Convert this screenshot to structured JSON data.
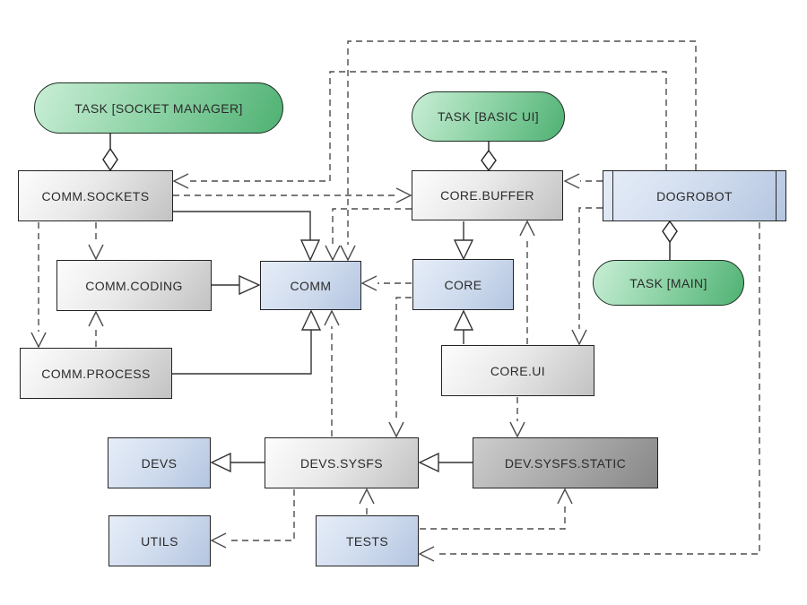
{
  "diagram": {
    "title": "module dependency diagram",
    "background": "#ffffff",
    "colors": {
      "task_green_light": "#c9eed6",
      "task_green_dark": "#4fb173",
      "module_gray_light": "#fdfdfd",
      "module_gray_dark": "#c2c2c2",
      "static_gray_dark": "#878787",
      "package_blue_light": "#e6edf8",
      "package_blue_dark": "#b4c5e0",
      "solid_line": "#333333",
      "dashed_line": "#4d4d4d"
    },
    "nodes": {
      "task_socket_manager": {
        "label": "TASK [SOCKET MANAGER]",
        "type": "task"
      },
      "task_basic_ui": {
        "label": "TASK [BASIC UI]",
        "type": "task"
      },
      "task_main": {
        "label": "TASK [MAIN]",
        "type": "task"
      },
      "comm_sockets": {
        "label": "COMM.SOCKETS",
        "type": "module"
      },
      "core_buffer": {
        "label": "CORE.BUFFER",
        "type": "module"
      },
      "dogrobot": {
        "label": "DOGROBOT",
        "type": "component"
      },
      "comm_coding": {
        "label": "COMM.CODING",
        "type": "module"
      },
      "comm": {
        "label": "COMM",
        "type": "package"
      },
      "core": {
        "label": "CORE",
        "type": "package"
      },
      "comm_process": {
        "label": "COMM.PROCESS",
        "type": "module"
      },
      "core_ui": {
        "label": "CORE.UI",
        "type": "module"
      },
      "devs": {
        "label": "DEVS",
        "type": "package"
      },
      "devs_sysfs": {
        "label": "DEVS.SYSFS",
        "type": "module"
      },
      "dev_sysfs_static": {
        "label": "DEV.SYSFS.STATIC",
        "type": "module-static"
      },
      "utils": {
        "label": "UTILS",
        "type": "package"
      },
      "tests": {
        "label": "TESTS",
        "type": "package"
      }
    },
    "edges": [
      {
        "from": "TASK [SOCKET MANAGER]",
        "to": "COMM.SOCKETS",
        "style": "solid",
        "head": "open-diamond"
      },
      {
        "from": "TASK [BASIC UI]",
        "to": "CORE.BUFFER",
        "style": "solid",
        "head": "open-diamond"
      },
      {
        "from": "TASK [MAIN]",
        "to": "DOGROBOT",
        "style": "solid",
        "head": "open-diamond"
      },
      {
        "from": "COMM.SOCKETS",
        "to": "COMM",
        "style": "solid",
        "head": "open-triangle"
      },
      {
        "from": "COMM.CODING",
        "to": "COMM",
        "style": "solid",
        "head": "open-triangle"
      },
      {
        "from": "COMM.PROCESS",
        "to": "COMM",
        "style": "solid",
        "head": "open-triangle"
      },
      {
        "from": "CORE.BUFFER",
        "to": "CORE",
        "style": "solid",
        "head": "open-triangle"
      },
      {
        "from": "CORE.UI",
        "to": "CORE",
        "style": "solid",
        "head": "open-triangle"
      },
      {
        "from": "DEVS.SYSFS",
        "to": "DEVS",
        "style": "solid",
        "head": "open-triangle"
      },
      {
        "from": "DEV.SYSFS.STATIC",
        "to": "DEVS.SYSFS",
        "style": "solid",
        "head": "open-triangle"
      },
      {
        "from": "DOGROBOT",
        "to": "CORE.BUFFER",
        "style": "dashed",
        "head": "open-vee"
      },
      {
        "from": "DOGROBOT",
        "to": "COMM.SOCKETS",
        "style": "dashed",
        "head": "open-vee"
      },
      {
        "from": "DOGROBOT",
        "to": "COMM",
        "style": "dashed",
        "head": "open-vee"
      },
      {
        "from": "DOGROBOT",
        "to": "CORE.UI",
        "style": "dashed",
        "head": "open-vee"
      },
      {
        "from": "DOGROBOT",
        "to": "TESTS",
        "style": "dashed",
        "head": "open-vee"
      },
      {
        "from": "COMM.SOCKETS",
        "to": "CORE.BUFFER",
        "style": "dashed",
        "head": "open-vee"
      },
      {
        "from": "COMM.SOCKETS",
        "to": "COMM.CODING",
        "style": "dashed",
        "head": "open-vee"
      },
      {
        "from": "COMM.SOCKETS",
        "to": "COMM.PROCESS",
        "style": "dashed",
        "head": "open-vee"
      },
      {
        "from": "CORE.BUFFER",
        "to": "COMM",
        "style": "dashed",
        "head": "open-vee"
      },
      {
        "from": "CORE",
        "to": "COMM",
        "style": "dashed",
        "head": "open-vee"
      },
      {
        "from": "CORE",
        "to": "DEVS.SYSFS",
        "style": "dashed",
        "head": "open-vee"
      },
      {
        "from": "COMM.PROCESS",
        "to": "COMM.CODING",
        "style": "dashed",
        "head": "open-vee"
      },
      {
        "from": "CORE.UI",
        "to": "CORE.BUFFER",
        "style": "dashed",
        "head": "open-vee"
      },
      {
        "from": "CORE.UI",
        "to": "DEV.SYSFS.STATIC",
        "style": "dashed",
        "head": "open-vee"
      },
      {
        "from": "DEVS.SYSFS",
        "to": "COMM",
        "style": "dashed",
        "head": "open-vee"
      },
      {
        "from": "DEVS.SYSFS",
        "to": "UTILS",
        "style": "dashed",
        "head": "open-vee"
      },
      {
        "from": "TESTS",
        "to": "DEVS.SYSFS",
        "style": "dashed",
        "head": "open-vee"
      },
      {
        "from": "TESTS",
        "to": "DEV.SYSFS.STATIC",
        "style": "dashed",
        "head": "open-vee"
      }
    ]
  }
}
